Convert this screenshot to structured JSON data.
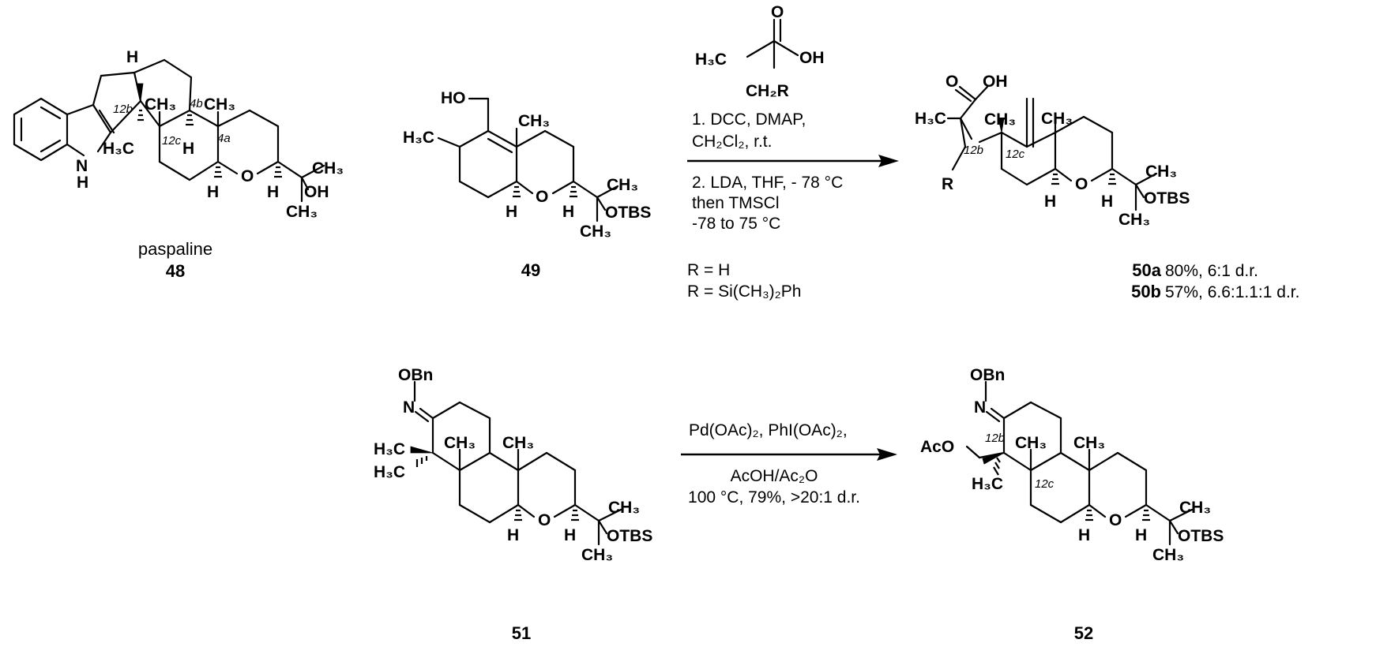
{
  "compounds": {
    "c48": {
      "name": "paspaline",
      "number": "48"
    },
    "c49": {
      "number": "49"
    },
    "c50": {
      "a": {
        "number": "50a",
        "result": "80%,    6:1 d.r."
      },
      "b": {
        "number": "50b",
        "result": "57%, 6.6:1.1:1 d.r."
      }
    },
    "c51": {
      "number": "51"
    },
    "c52": {
      "number": "52"
    }
  },
  "labels": {
    "H": "H",
    "N": "N",
    "O": "O",
    "OH": "OH",
    "R": "R",
    "H3C": "H₃C",
    "CH3": "CH₃",
    "CH2R": "CH₂R",
    "HO": "HO",
    "OTBS": "OTBS",
    "OBn": "OBn",
    "AcO": "AcO",
    "loc_12b": "12b",
    "loc_12c": "12c",
    "loc_4b": "4b",
    "loc_4a": "4a"
  },
  "reaction1": {
    "step1_line1": "1. DCC, DMAP,",
    "step1_line2": "CH₂Cl₂, r.t.",
    "step2_line1": "2. LDA, THF, - 78 °C",
    "step2_line2": "then TMSCl",
    "step2_line3": "-78 to 75 °C",
    "r_option_1": "R = H",
    "r_option_2": "R = Si(CH₃)₂Ph"
  },
  "reaction2": {
    "line1": "Pd(OAc)₂, PhI(OAc)₂,",
    "line2": "AcOH/Ac₂O",
    "line3": "100 °C, 79%, >20:1 d.r."
  }
}
